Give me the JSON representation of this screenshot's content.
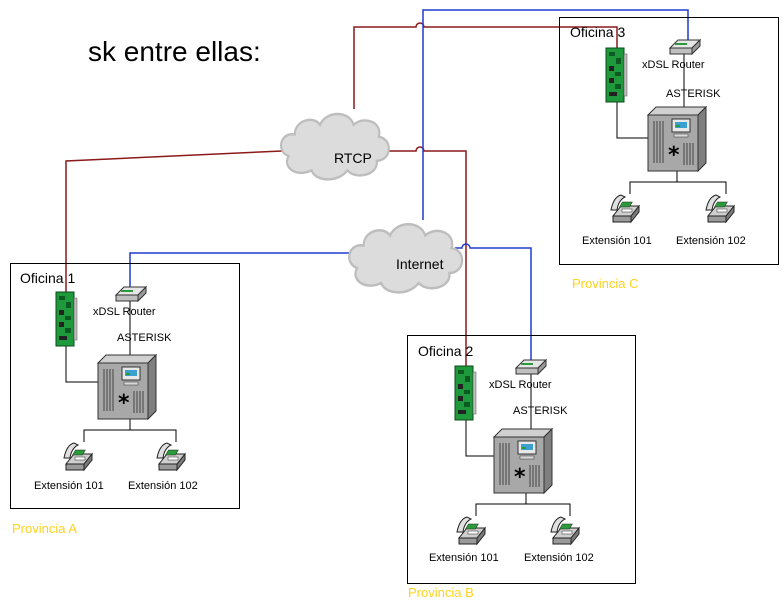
{
  "heading": "sk entre ellas:",
  "networks": {
    "rtcp": "RTCP",
    "internet": "Internet"
  },
  "colors": {
    "rtcp_line": "#8b1a1a",
    "internet_line": "#1f3ccf",
    "province_text": "#ffd21e"
  },
  "offices": [
    {
      "title": "Oficina 1",
      "router": "xDSL Router",
      "pbx": "ASTERISK",
      "extensions": [
        "Extensión 101",
        "Extensión 102"
      ],
      "province": "Provincia A"
    },
    {
      "title": "Oficina 2",
      "router": "xDSL Router",
      "pbx": "ASTERISK",
      "extensions": [
        "Extensión 101",
        "Extensión 102"
      ],
      "province": "Provincia B"
    },
    {
      "title": "Oficina 3",
      "router": "xDSL Router",
      "pbx": "ASTERISK",
      "extensions": [
        "Extensión 101",
        "Extensión 102"
      ],
      "province": "Provincia C"
    }
  ]
}
